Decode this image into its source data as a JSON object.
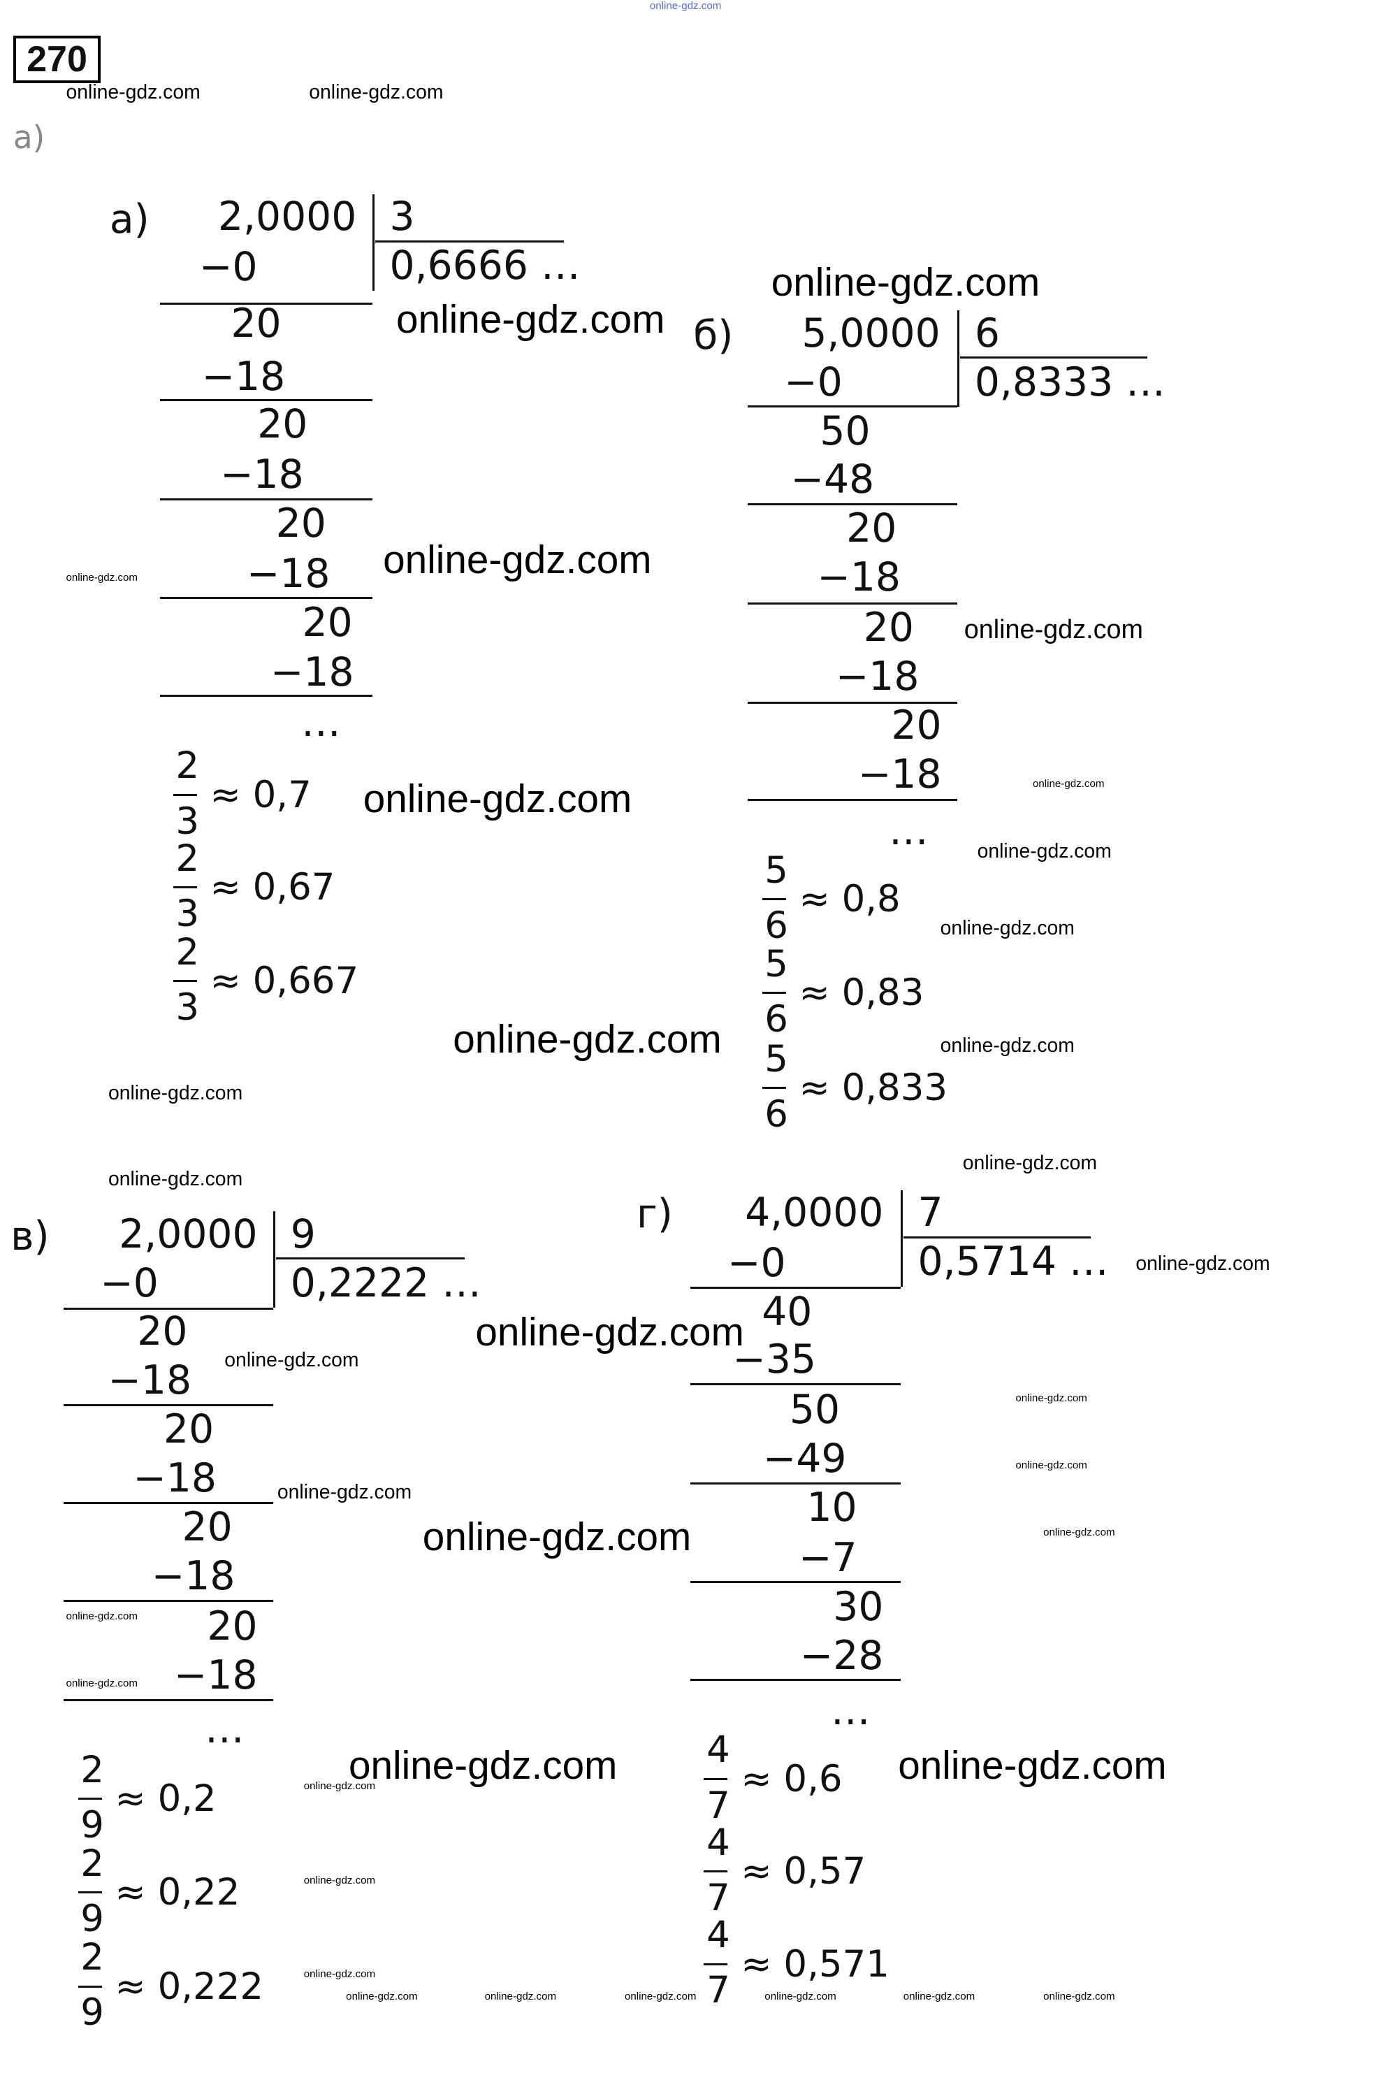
{
  "problem_number": "270",
  "watermark": "online-gdz.com",
  "top_label": "а)",
  "sections": {
    "a": {
      "label": "а)",
      "dividend": "2,0000",
      "divisor": "3",
      "quotient": "0,6666 …",
      "steps": [
        "−0",
        "20",
        "−18",
        "20",
        "−18",
        "20",
        "−18",
        "20",
        "−18",
        "…"
      ],
      "approximations": [
        {
          "num": "2",
          "den": "3",
          "approx": "≈ 0,7"
        },
        {
          "num": "2",
          "den": "3",
          "approx": "≈ 0,67"
        },
        {
          "num": "2",
          "den": "3",
          "approx": "≈ 0,667"
        }
      ]
    },
    "b": {
      "label": "б)",
      "dividend": "5,0000",
      "divisor": "6",
      "quotient": "0,8333 …",
      "steps": [
        "−0",
        "50",
        "−48",
        "20",
        "−18",
        "20",
        "−18",
        "20",
        "−18",
        "…"
      ],
      "approximations": [
        {
          "num": "5",
          "den": "6",
          "approx": "≈ 0,8"
        },
        {
          "num": "5",
          "den": "6",
          "approx": "≈ 0,83"
        },
        {
          "num": "5",
          "den": "6",
          "approx": "≈ 0,833"
        }
      ]
    },
    "v": {
      "label": "в)",
      "dividend": "2,0000",
      "divisor": "9",
      "quotient": "0,2222 …",
      "steps": [
        "−0",
        "20",
        "−18",
        "20",
        "−18",
        "20",
        "−18",
        "20",
        "−18",
        "…"
      ],
      "approximations": [
        {
          "num": "2",
          "den": "9",
          "approx": "≈ 0,2"
        },
        {
          "num": "2",
          "den": "9",
          "approx": "≈ 0,22"
        },
        {
          "num": "2",
          "den": "9",
          "approx": "≈ 0,222"
        }
      ]
    },
    "g": {
      "label": "г)",
      "dividend": "4,0000",
      "divisor": "7",
      "quotient": "0,5714 …",
      "steps": [
        "−0",
        "40",
        "−35",
        "50",
        "−49",
        "10",
        "−7",
        "30",
        "−28",
        "…"
      ],
      "approximations": [
        {
          "num": "4",
          "den": "7",
          "approx": "≈ 0,6"
        },
        {
          "num": "4",
          "den": "7",
          "approx": "≈ 0,57"
        },
        {
          "num": "4",
          "den": "7",
          "approx": "≈ 0,571"
        }
      ]
    }
  }
}
